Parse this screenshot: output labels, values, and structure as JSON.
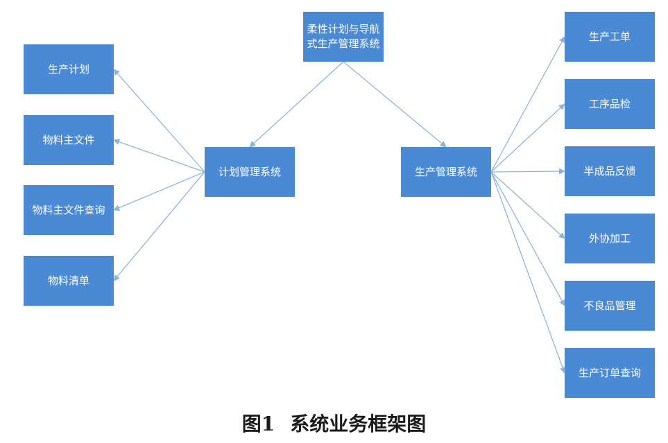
{
  "nodes": {
    "root": "柔性计划与导航\n式生产管理系统",
    "plan_system": "计划管理系统",
    "prod_system": "生产管理系统",
    "production_plan": "生产计划",
    "material_master": "物料主文件",
    "material_master_query": "物料主文件查询",
    "bom": "物料清单",
    "work_order": "生产工单",
    "process_inspection": "工序品检",
    "semi_feedback": "半成品反馈",
    "outsourcing": "外协加工",
    "defect_mgmt": "不良品管理",
    "order_query": "生产订单查询"
  },
  "edges": [
    {
      "from": "root",
      "to": "plan_system"
    },
    {
      "from": "root",
      "to": "prod_system"
    },
    {
      "from": "plan_system",
      "to": "production_plan"
    },
    {
      "from": "plan_system",
      "to": "material_master"
    },
    {
      "from": "plan_system",
      "to": "material_master_query"
    },
    {
      "from": "plan_system",
      "to": "bom"
    },
    {
      "from": "prod_system",
      "to": "work_order"
    },
    {
      "from": "prod_system",
      "to": "process_inspection"
    },
    {
      "from": "prod_system",
      "to": "semi_feedback"
    },
    {
      "from": "prod_system",
      "to": "outsourcing"
    },
    {
      "from": "prod_system",
      "to": "defect_mgmt"
    },
    {
      "from": "prod_system",
      "to": "order_query"
    }
  ],
  "colors": {
    "node_fill": "#4a89d4",
    "node_text": "#ffffff",
    "edge": "#8fb4dc"
  },
  "caption": {
    "label": "图1",
    "title": "系统业务框架图"
  }
}
